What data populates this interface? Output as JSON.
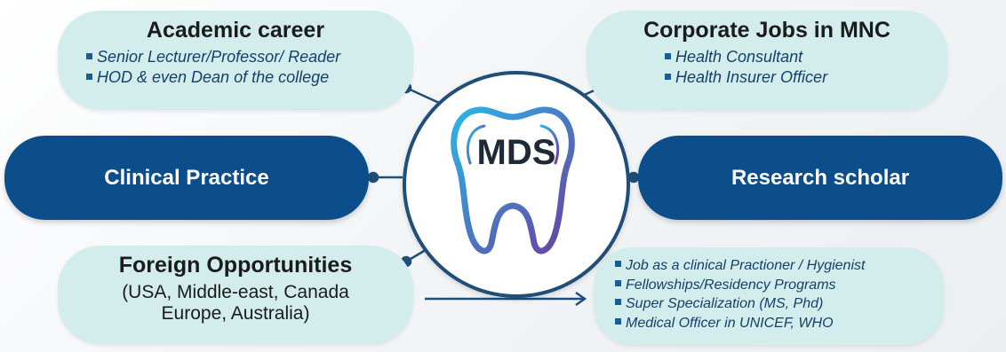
{
  "center": {
    "label": "MDS",
    "icon": "tooth-icon"
  },
  "nodes": {
    "academic": {
      "title": "Academic career",
      "items": [
        "Senior Lecturer/Professor/ Reader",
        "HOD & even Dean of the college"
      ]
    },
    "corporate": {
      "title": "Corporate Jobs in MNC",
      "items": [
        "Health Consultant",
        "Health Insurer Officer"
      ]
    },
    "clinical": {
      "title": "Clinical Practice"
    },
    "research": {
      "title": "Research scholar"
    },
    "foreign": {
      "title": "Foreign Opportunities",
      "lines": [
        "(USA, Middle-east, Canada",
        "Europe, Australia)"
      ]
    },
    "abroad": {
      "items": [
        "Job as a clinical Practioner / Hygienist",
        "Fellowships/Residency Programs",
        "Super Specialization (MS, Phd)",
        "Medical Officer in UNICEF, WHO"
      ]
    }
  },
  "colors": {
    "light_pill": "#d3ecec",
    "dark_pill": "#0c4e8c",
    "connector": "#1f4e79",
    "tooth_gradient": [
      "#29b6e8",
      "#6a3fa0"
    ]
  }
}
